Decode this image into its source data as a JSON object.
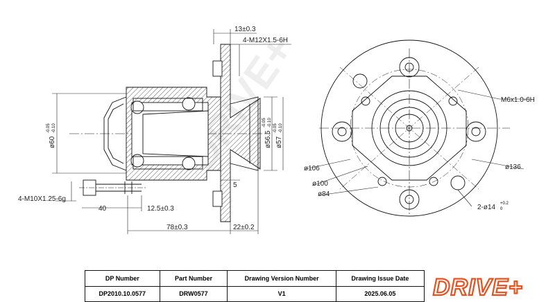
{
  "dimensions": {
    "d13": "13±0.3",
    "thread_m12": "4-M12X1.5-6H",
    "d60": "ø60",
    "d60_tol_top": "-0.05",
    "d60_tol_bot": "-0.10",
    "d56": "ø56.5",
    "d56_tol_top": "-0.05",
    "d56_tol_bot": "-0.10",
    "d57": "ø57",
    "d57_tol_top": "-0.05",
    "d57_tol_bot": "-0.10",
    "thread_m10": "4-M10X1.25-6g",
    "d40": "40",
    "d12": "12.5±0.3",
    "d78": "78±0.3",
    "d22": "22±0.2",
    "d5": "5",
    "thread_m6": "M6x1.0-6H",
    "d106": "ø106",
    "d136": "ø136",
    "d100": "ø100",
    "d84": "ø84",
    "holes": "2-ø14",
    "holes_tol": "+0.2",
    "holes_tol0": "0"
  },
  "title_block": {
    "headers": [
      "DP Number",
      "Part Number",
      "Drawing Version Number",
      "Drawing Issue Date"
    ],
    "values": [
      "DP2010.10.0577",
      "DRW0577",
      "V1",
      "2025.06.05"
    ]
  },
  "brand": {
    "logo": "DRIVE+",
    "watermark": "DRIVE+",
    "accent": "#e8501e"
  }
}
